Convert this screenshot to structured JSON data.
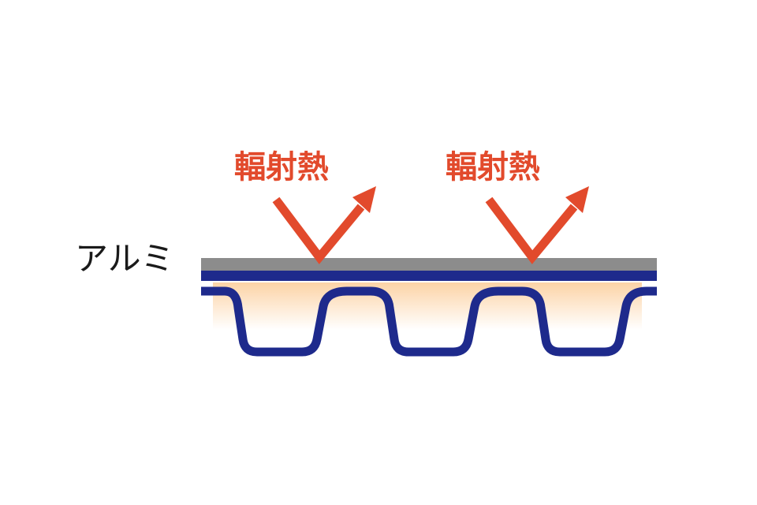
{
  "labels": {
    "material": "アルミ",
    "heat_left": "輻射熱",
    "heat_right": "輻射熱"
  },
  "colors": {
    "aluminum_layer": "#8c8c8c",
    "navy_sheet": "#1e2a8c",
    "heat_arrow": "#e24a2c",
    "warm_gradient_top": "#fcd3a6",
    "warm_gradient_bottom": "#ffffff"
  }
}
